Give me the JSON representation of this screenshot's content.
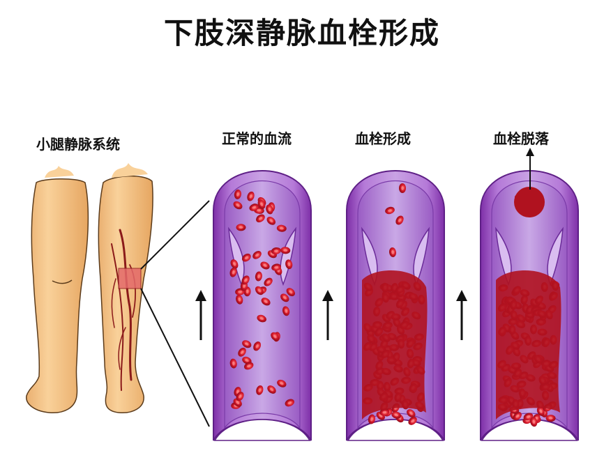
{
  "title": "下肢深静脉血栓形成",
  "panels": {
    "leg_label": "小腿静脉系统",
    "normal_label": "正常的血流",
    "thrombus_label": "血栓形成",
    "detach_label": "血栓脱落"
  },
  "colors": {
    "skin": "#f7c98b",
    "skin_shade": "#e8a965",
    "vein_outer": "#a24fc7",
    "vein_inner": "#b98bd8",
    "vein_light": "#e3c9f2",
    "blood": "#d0192b",
    "blood_dark": "#8f0d1a",
    "highlight_box": "#e46a6a"
  }
}
